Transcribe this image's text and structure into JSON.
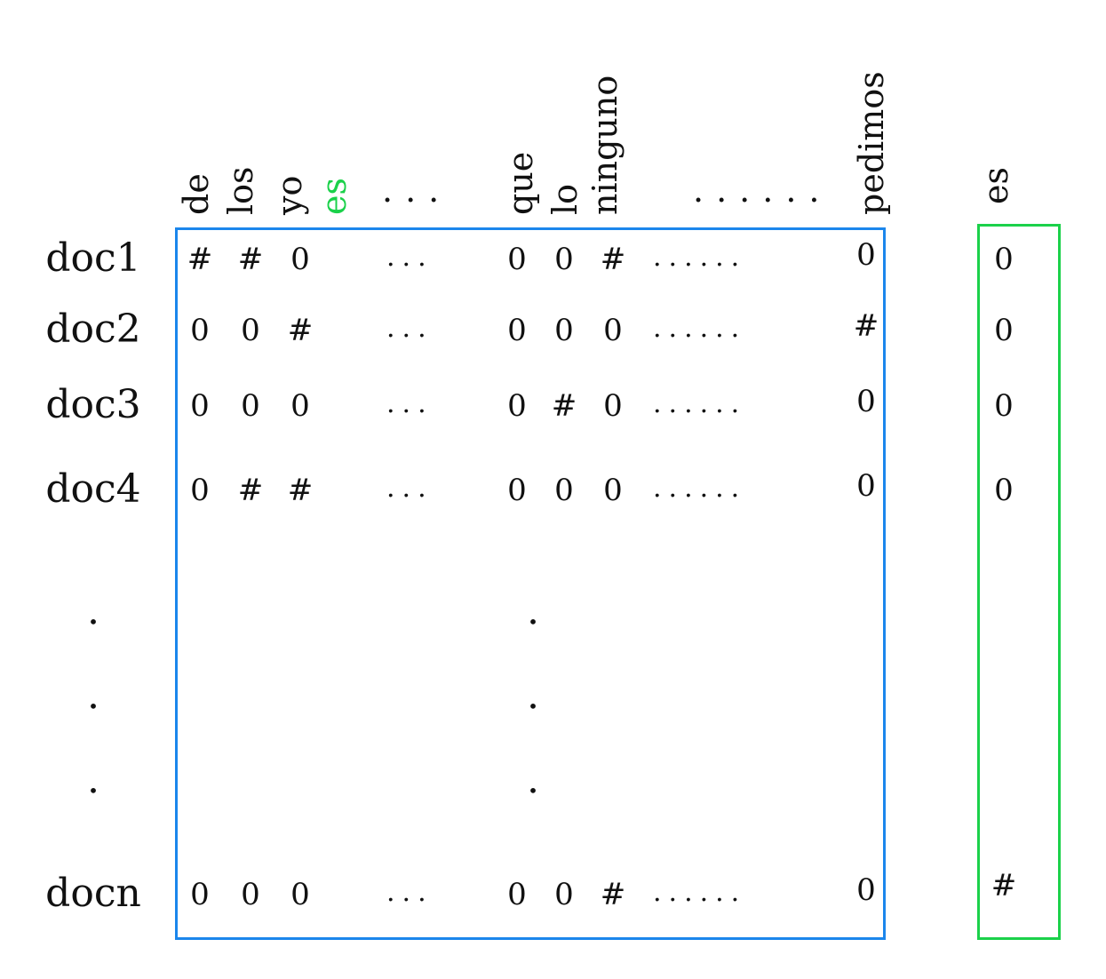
{
  "colors": {
    "matrix_border": "#1b86ec",
    "vector_border": "#1bd14a",
    "highlight": "#1bd14a"
  },
  "terms": [
    "de",
    "los",
    "yo",
    "es",
    "...",
    "que",
    "lo",
    "ninguno",
    "......",
    "pedimos"
  ],
  "highlight_term": "es",
  "vector_label": "es",
  "ellipsis": "...",
  "rows": [
    {
      "label": "doc1",
      "left": [
        "#",
        "#",
        "0"
      ],
      "mid": [
        "0",
        "0",
        "#"
      ],
      "last": "0",
      "vec": "0"
    },
    {
      "label": "doc2",
      "left": [
        "0",
        "0",
        "#"
      ],
      "mid": [
        "0",
        "0",
        "0"
      ],
      "last": "#",
      "vec": "0"
    },
    {
      "label": "doc3",
      "left": [
        "0",
        "0",
        "0"
      ],
      "mid": [
        "0",
        "#",
        "0"
      ],
      "last": "0",
      "vec": "0"
    },
    {
      "label": "doc4",
      "left": [
        "0",
        "#",
        "#"
      ],
      "mid": [
        "0",
        "0",
        "0"
      ],
      "last": "0",
      "vec": "0"
    },
    {
      "label": "docn",
      "left": [
        "0",
        "0",
        "0"
      ],
      "mid": [
        "0",
        "0",
        "#"
      ],
      "last": "0",
      "vec": "#"
    }
  ],
  "vertical_ellipsis": "•"
}
